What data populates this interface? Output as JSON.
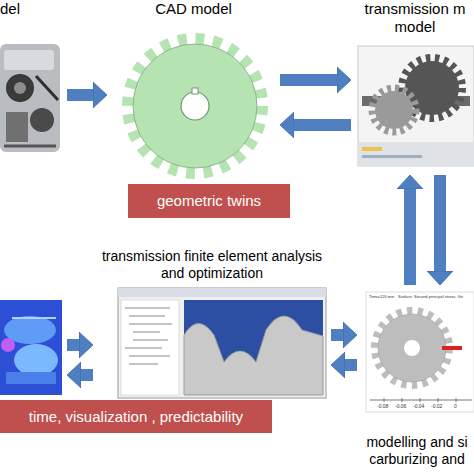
{
  "diagram": {
    "nodes": [
      {
        "text": [
          "del"
        ]
      },
      {
        "text": [
          "CAD model"
        ]
      },
      {
        "text": [
          "transmission m model"
        ]
      },
      {
        "text": [
          "geometric twins"
        ]
      },
      {
        "text": [
          "transmission finite element analysis and optimization"
        ]
      },
      {
        "text": []
      },
      {
        "text": [
          "modelling and si carburizing and"
        ]
      },
      {
        "text": [
          "time, visualization , predictability"
        ]
      }
    ],
    "edges": [
      {
        "from": 0,
        "to": 1,
        "arrow": "to"
      },
      {
        "from": 1,
        "to": 2,
        "arrow": "to"
      },
      {
        "from": 2,
        "to": 1,
        "arrow": "to"
      },
      {
        "from": 6,
        "to": 2,
        "arrow": "to"
      },
      {
        "from": 2,
        "to": 6,
        "arrow": "to"
      },
      {
        "from": 4,
        "to": 6,
        "arrow": "to"
      },
      {
        "from": 6,
        "to": 4,
        "arrow": "to"
      },
      {
        "from": 5,
        "to": 4,
        "arrow": "to"
      },
      {
        "from": 4,
        "to": 5,
        "arrow": "to"
      }
    ],
    "labels": [
      "Time=120 min",
      "Surface: Second principal stress, Ge",
      "-0.08",
      "-0.06",
      "-0.04",
      "-0.02",
      "0"
    ]
  }
}
